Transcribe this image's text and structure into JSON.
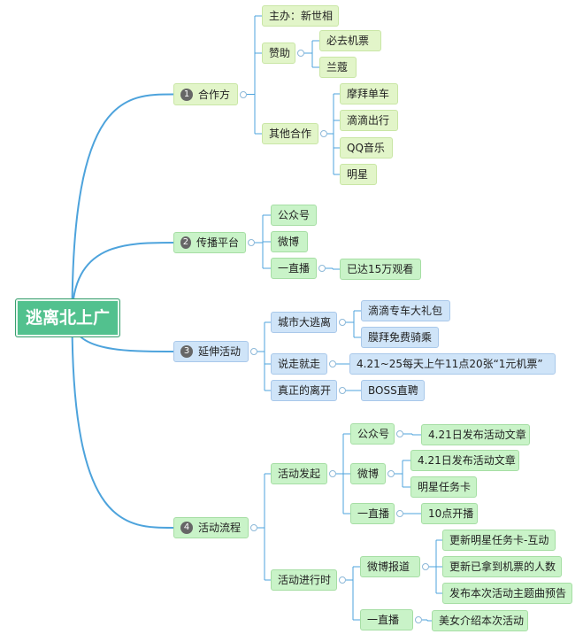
{
  "root": "逃离北上广",
  "branches": [
    {
      "num": "1",
      "label": "合作方",
      "children": [
        {
          "label": "主办：新世相",
          "children": []
        },
        {
          "label": "赞助",
          "children": [
            {
              "label": "必去机票"
            },
            {
              "label": "兰蔻"
            }
          ]
        },
        {
          "label": "其他合作",
          "children": [
            {
              "label": "摩拜单车"
            },
            {
              "label": "滴滴出行"
            },
            {
              "label": "QQ音乐"
            },
            {
              "label": "明星"
            }
          ]
        }
      ]
    },
    {
      "num": "2",
      "label": "传播平台",
      "children": [
        {
          "label": "公众号",
          "children": []
        },
        {
          "label": "微博",
          "children": []
        },
        {
          "label": "一直播",
          "children": [
            {
              "label": "已达15万观看"
            }
          ]
        }
      ]
    },
    {
      "num": "3",
      "label": "延伸活动",
      "children": [
        {
          "label": "城市大逃离",
          "children": [
            {
              "label": "滴滴专车大礼包"
            },
            {
              "label": "膜拜免费骑乘"
            }
          ]
        },
        {
          "label": "说走就走",
          "children": [
            {
              "label": "4.21~25每天上午11点20张“1元机票”"
            }
          ]
        },
        {
          "label": "真正的离开",
          "children": [
            {
              "label": "BOSS直聘"
            }
          ]
        }
      ]
    },
    {
      "num": "4",
      "label": "活动流程",
      "children": [
        {
          "label": "活动发起",
          "children": [
            {
              "label": "公众号",
              "children": [
                {
                  "label": "4.21日发布活动文章"
                }
              ]
            },
            {
              "label": "微博",
              "children": [
                {
                  "label": "4.21日发布活动文章"
                },
                {
                  "label": "明星任务卡"
                }
              ]
            },
            {
              "label": "一直播",
              "children": [
                {
                  "label": "10点开播"
                }
              ]
            }
          ]
        },
        {
          "label": "活动进行时",
          "children": [
            {
              "label": "微博报道",
              "children": [
                {
                  "label": "更新明星任务卡-互动"
                },
                {
                  "label": "更新已拿到机票的人数"
                },
                {
                  "label": "发布本次活动主题曲预告"
                }
              ]
            },
            {
              "label": "一直播",
              "children": [
                {
                  "label": "美女介绍本次活动"
                }
              ]
            }
          ]
        }
      ]
    }
  ],
  "colors": {
    "link": "#4da3dc",
    "root": "#52c18e",
    "branch1": "#e2f5c9",
    "branch2": "#c9f3c8",
    "branch3": "#cfe4f8",
    "branch4": "#c9f3c8"
  }
}
